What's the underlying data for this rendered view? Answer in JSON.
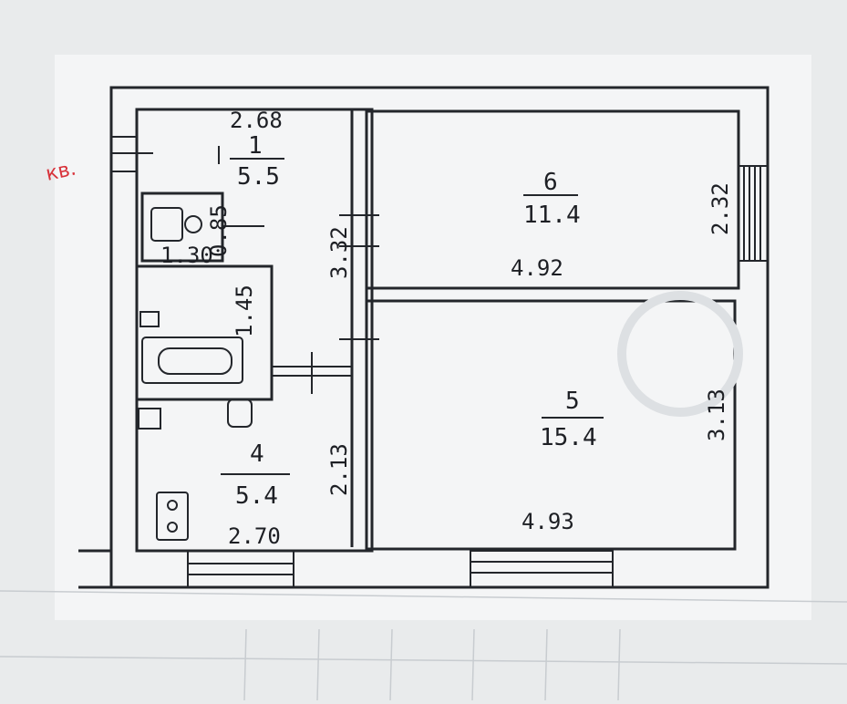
{
  "plan": {
    "marker_red": "кв.",
    "rooms": [
      {
        "number": "1",
        "area": "5.5",
        "dim_top": "2.68"
      },
      {
        "number": "6",
        "area": "11.4",
        "dim_bottom": "4.92",
        "dim_right": "2.32"
      },
      {
        "number": "5",
        "area": "15.4",
        "dim_bottom": "4.93",
        "dim_right": "3.13"
      },
      {
        "number": "4",
        "area": "5.4",
        "dim_bottom": "2.70"
      }
    ],
    "wc": {
      "dim_w": "1.30",
      "dim_h": "0.85"
    },
    "bath": {
      "dim_h": "1.45"
    },
    "corridor": {
      "dim_upper": "3.32",
      "dim_lower": "2.13"
    }
  },
  "colors": {
    "ink": "#23262b",
    "paper": "#f4f5f6",
    "marker": "#d8323a"
  }
}
